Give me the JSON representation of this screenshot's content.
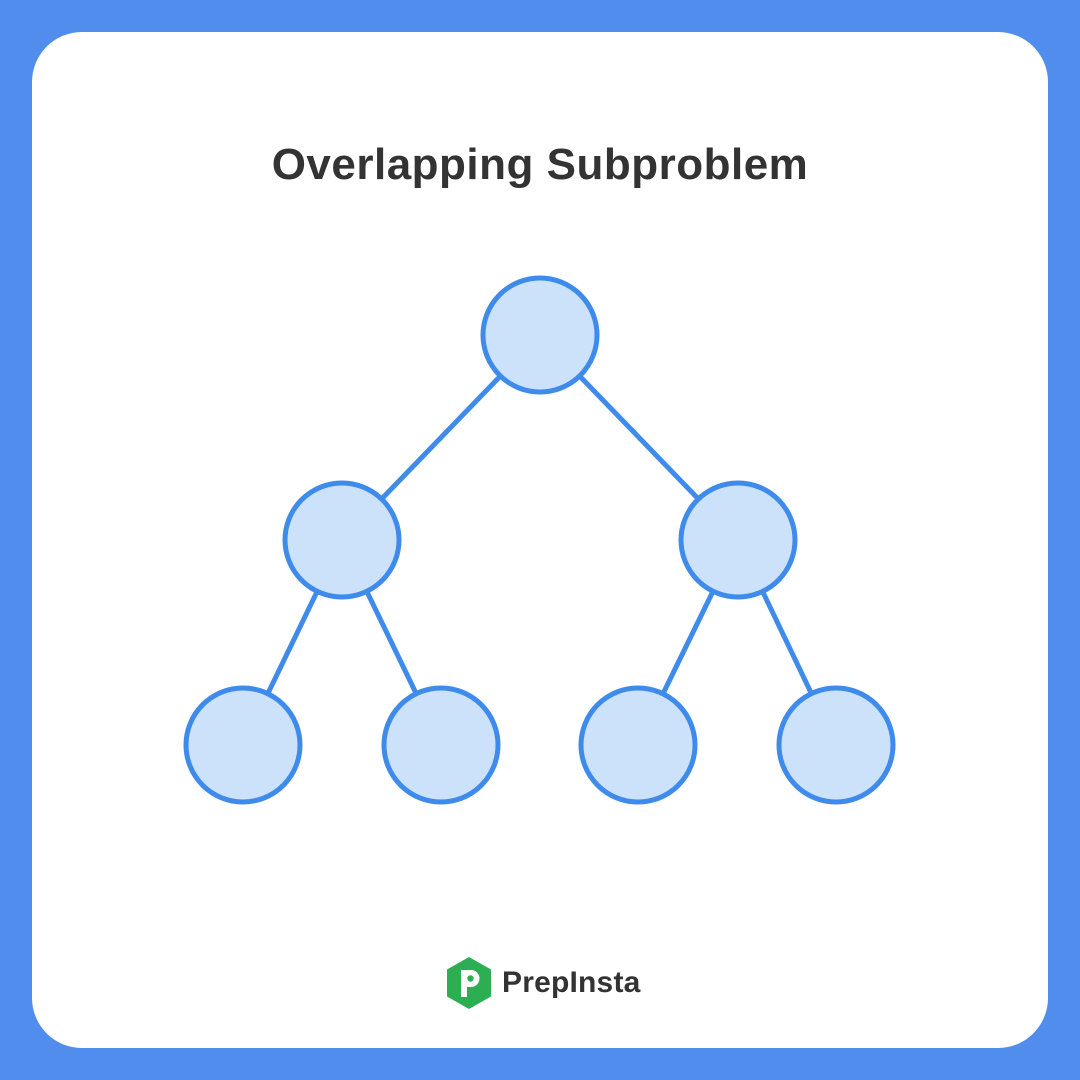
{
  "title": "Overlapping Subproblem",
  "brand": {
    "name": "PrepInsta",
    "logo_icon": "prepinsta-logo-icon"
  },
  "colors": {
    "frame": "#508DEC",
    "card": "#FFFFFF",
    "node_fill": "#CCE2FB",
    "node_stroke": "#3F8BEB",
    "edge": "#3F8BEB",
    "logo": "#2EAE52",
    "text": "#333333"
  },
  "tree": {
    "nodes": [
      "root",
      "left",
      "right",
      "left-left",
      "left-right",
      "right-left",
      "right-right"
    ],
    "edges": [
      [
        "root",
        "left"
      ],
      [
        "root",
        "right"
      ],
      [
        "left",
        "left-left"
      ],
      [
        "left",
        "left-right"
      ],
      [
        "right",
        "right-left"
      ],
      [
        "right",
        "right-right"
      ]
    ]
  }
}
